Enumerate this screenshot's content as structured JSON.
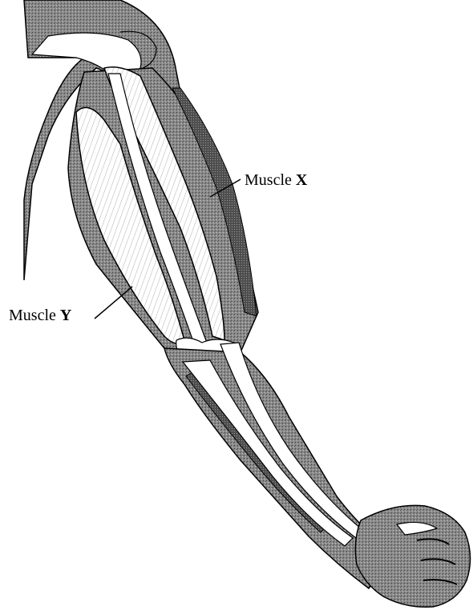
{
  "labels": {
    "muscle_x": {
      "word": "Muscle",
      "letter": "X"
    },
    "muscle_y": {
      "word": "Muscle",
      "letter": "Y"
    }
  },
  "colors": {
    "tissue_dark": "#5e5e5e",
    "tissue_mid": "#8f8f8f",
    "muscle_fill": "#ffffff",
    "outline": "#000000",
    "background": "#ffffff"
  }
}
